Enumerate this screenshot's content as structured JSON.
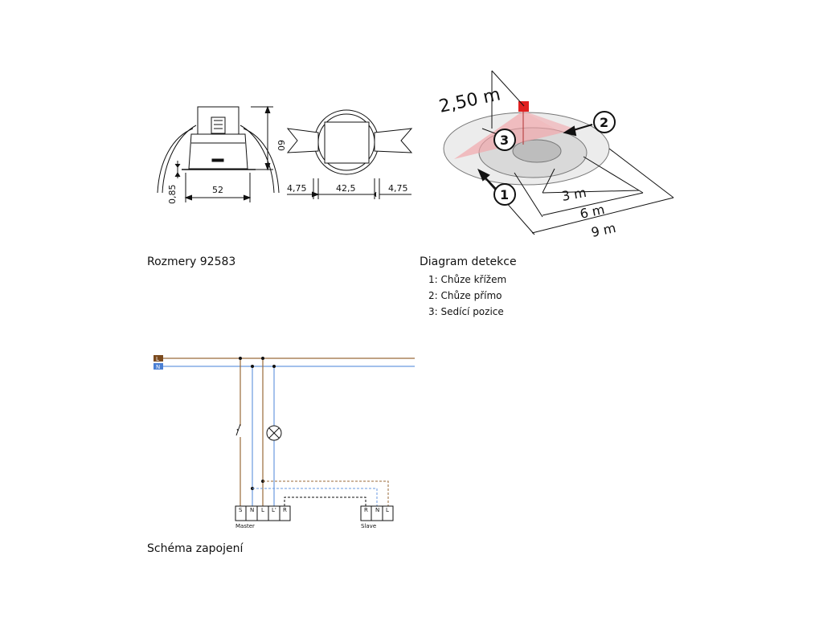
{
  "dimensions": {
    "caption": "Rozmery 92583",
    "height": "60",
    "width": "52",
    "thickness": "0,85",
    "gap_left": "4,75",
    "inner": "42,5",
    "gap_right": "4,75"
  },
  "detection": {
    "caption": "Diagram detekce",
    "height": "2,50 m",
    "r3": "3 m",
    "r6": "6 m",
    "r9": "9 m",
    "markers": [
      "1",
      "2",
      "3"
    ],
    "legend": [
      "1: Chůze křížem",
      "2: Chůze přímo",
      "3: Sedící pozice"
    ],
    "colors": {
      "sensor": "#e02020",
      "zone": "#f2a3a8"
    }
  },
  "wiring": {
    "caption": "Schéma zapojení",
    "line_L": "L",
    "line_N": "N",
    "master_label": "Master",
    "slave_label": "Slave",
    "master_terminals": [
      "S",
      "N",
      "L",
      "L'",
      "R"
    ],
    "slave_terminals": [
      "R",
      "N",
      "L"
    ],
    "colors": {
      "L": "#7b4a1e",
      "N": "#4a7fd4"
    }
  }
}
